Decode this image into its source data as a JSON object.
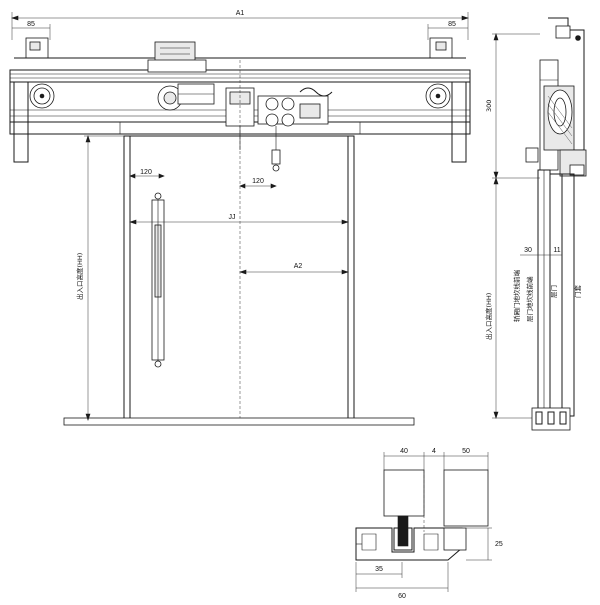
{
  "dimensions": {
    "a1": "A1",
    "left_85": "85",
    "right_85": "85",
    "d120_top": "120",
    "d120_mid": "120",
    "jj": "JJ",
    "a2": "A2",
    "d300": "300",
    "d30": "30",
    "d11": "11",
    "sill_40": "40",
    "sill_4": "4",
    "sill_50": "50",
    "sill_25": "25",
    "sill_35": "35",
    "sill_60": "60"
  },
  "labels": {
    "hh_front": "出入口高度(HH)",
    "hh_side": "出入口高度(HH)",
    "car_sill_line": "轿厢门地坎线前端",
    "landing_sill_line": "层门地坎线前端",
    "landing_door": "层门",
    "door_cover": "门套"
  }
}
